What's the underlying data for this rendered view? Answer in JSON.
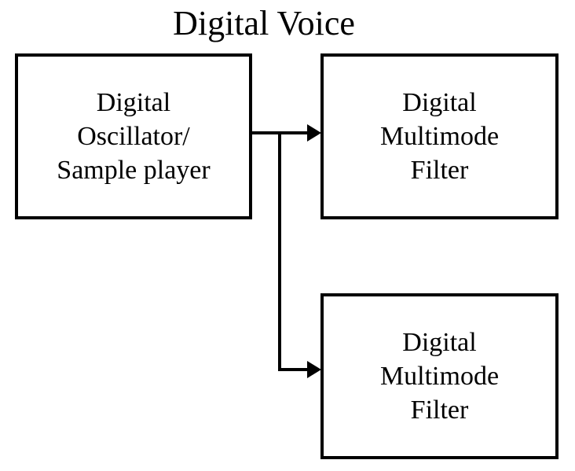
{
  "title": "Digital Voice",
  "blocks": {
    "oscillator": {
      "lines": [
        "Digital",
        "Oscillator/",
        "Sample player"
      ]
    },
    "filter_top": {
      "lines": [
        "Digital",
        "Multimode",
        "Filter"
      ]
    },
    "filter_bottom": {
      "lines": [
        "Digital",
        "Multimode",
        "Filter"
      ]
    }
  },
  "connections": [
    {
      "from": "oscillator",
      "to": "filter_top"
    },
    {
      "from": "oscillator",
      "to": "filter_bottom"
    }
  ]
}
